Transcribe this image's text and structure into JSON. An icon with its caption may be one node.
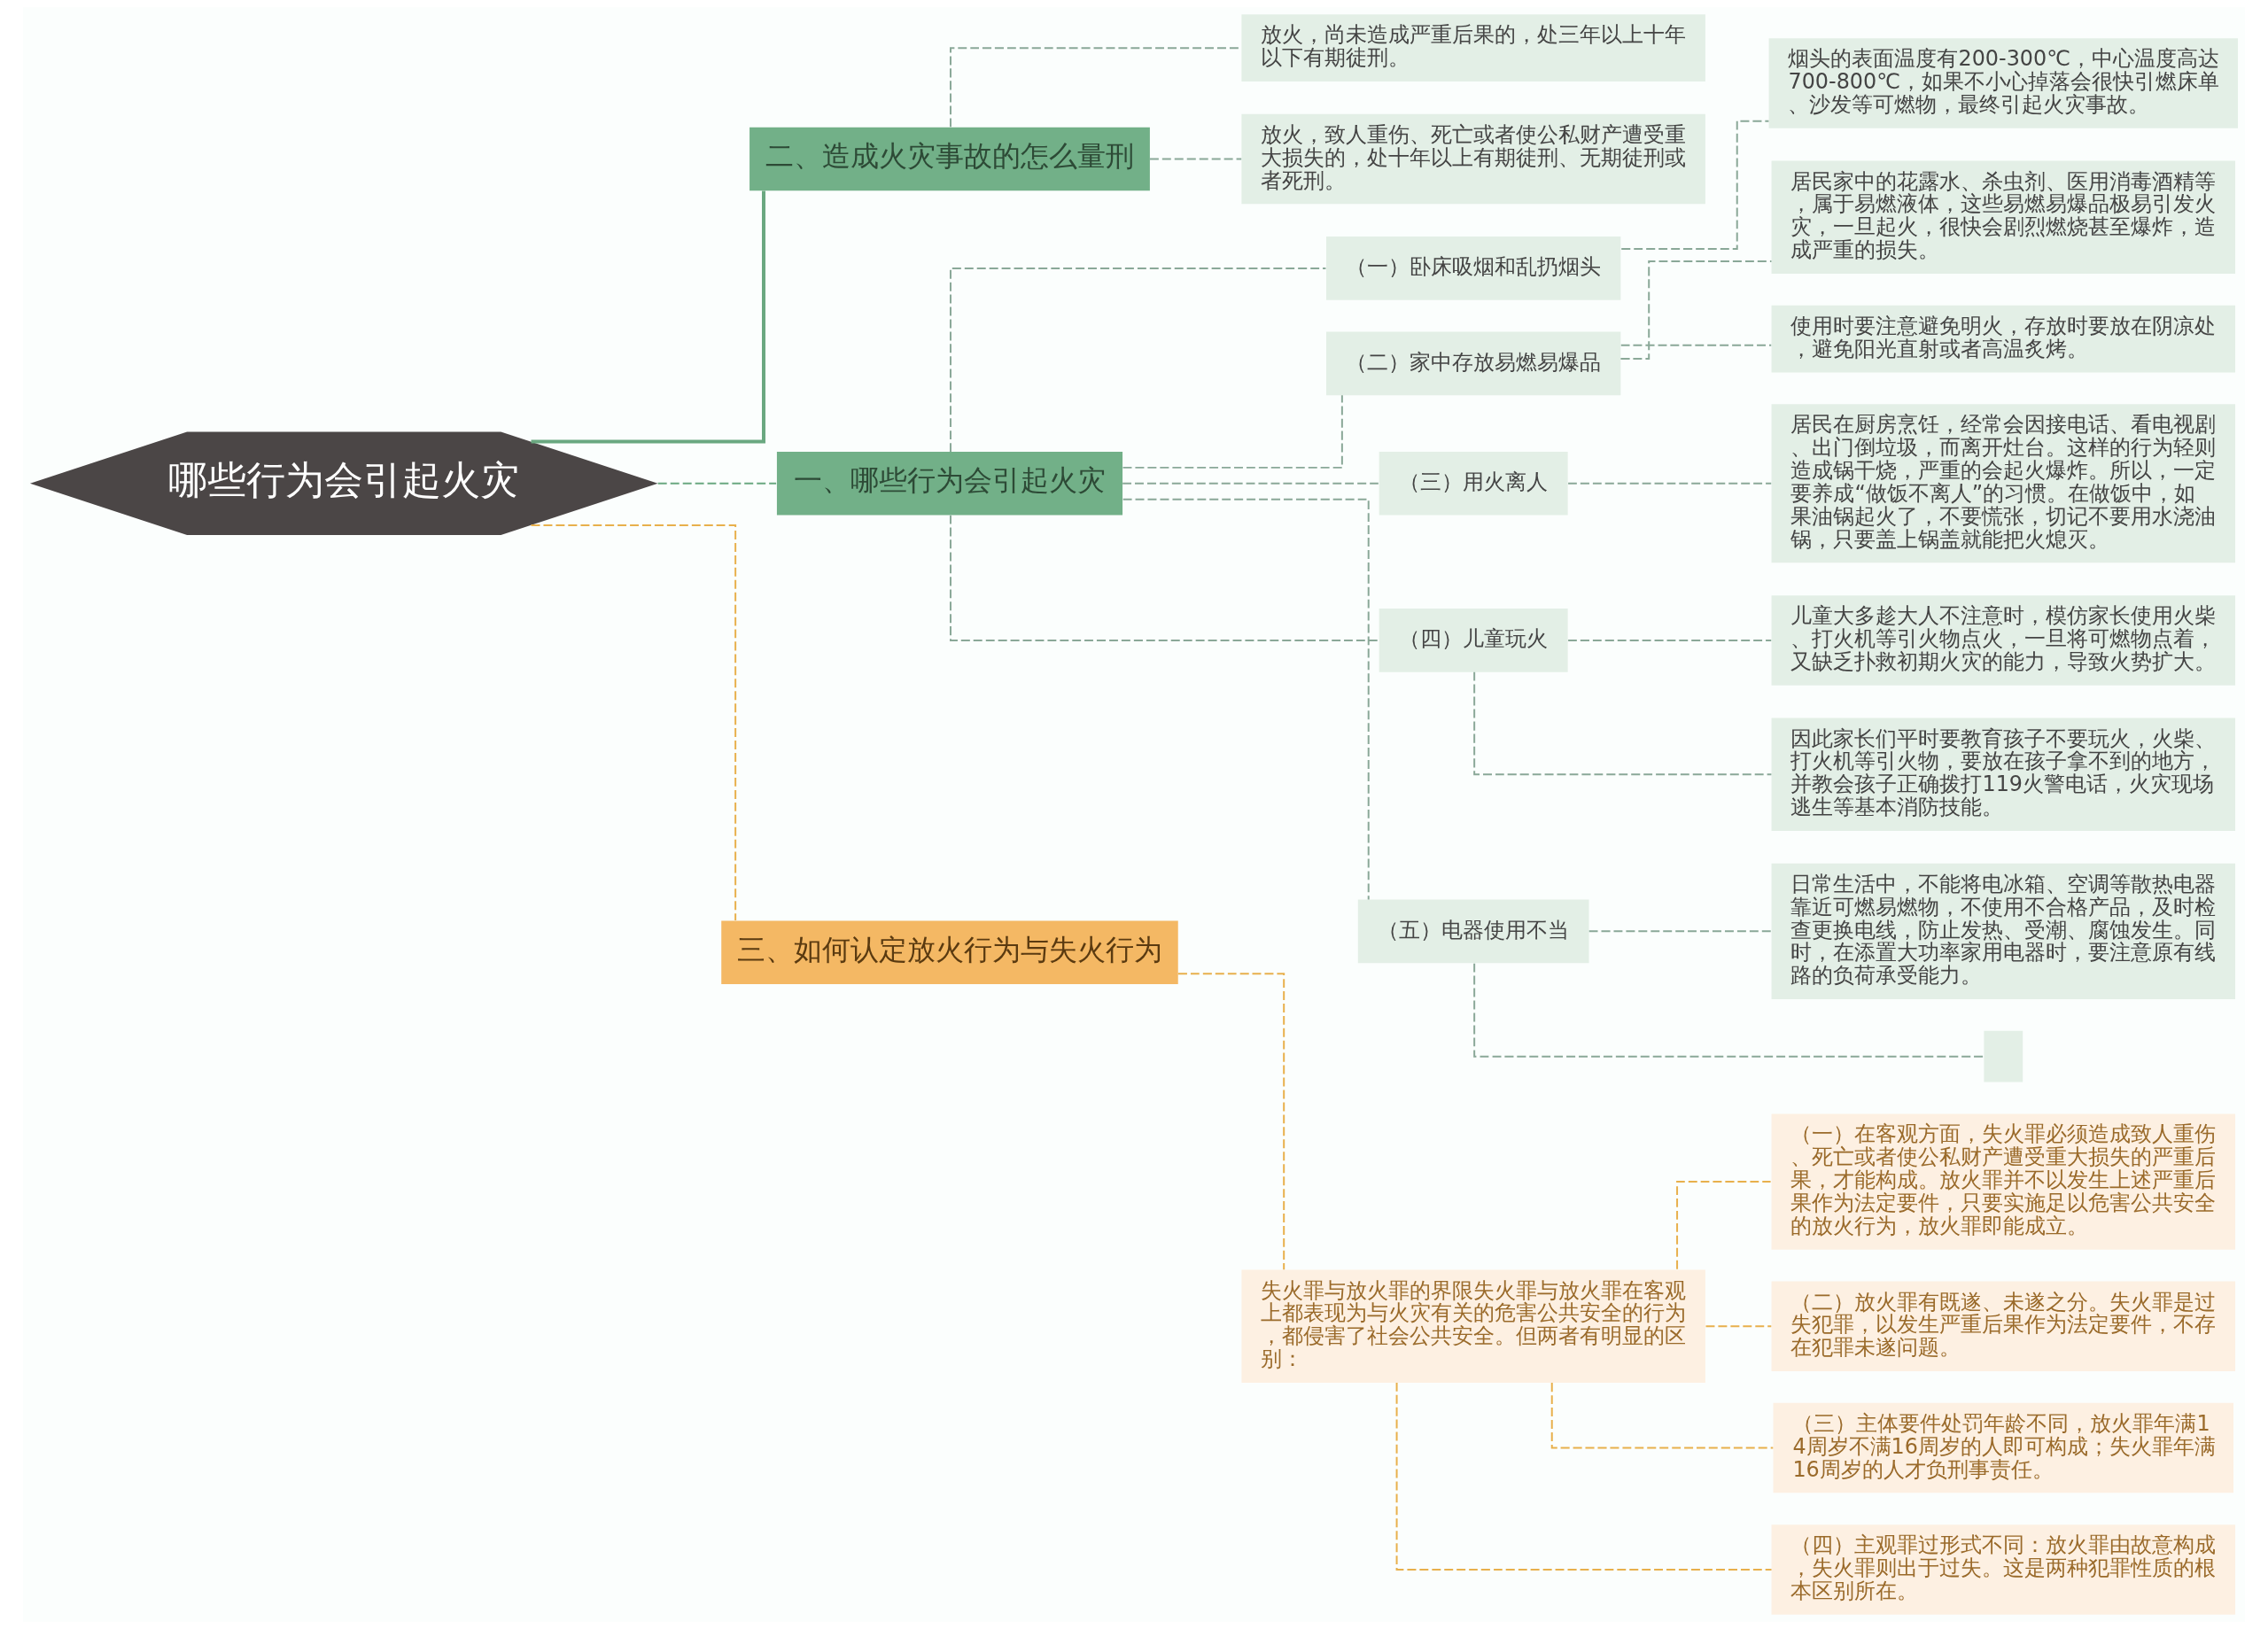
{
  "diagram": {
    "nodes": [
      {
        "text": [
          "哪些行为会引起火灾"
        ]
      },
      {
        "text": [
          "二、造成火灾事故的怎么量刑"
        ]
      },
      {
        "text": [
          "放火，尚未造成严重后果的，处三年以上十年以下有期徒刑。"
        ]
      },
      {
        "text": [
          "放火，致人重伤、死亡或者使公私财产遭受重大损失的，处十年以上有期徒刑、无期徒刑或者死刑。"
        ]
      },
      {
        "text": [
          "一、哪些行为会引起火灾"
        ]
      },
      {
        "text": [
          "（一）卧床吸烟和乱扔烟头"
        ]
      },
      {
        "text": [
          "烟头的表面温度有200-300℃，中心温度高达700-800℃，如果不小心掉落会很快引燃床单、沙发等可燃物，最终引起火灾事故。"
        ]
      },
      {
        "text": [
          "（二）家中存放易燃易爆品"
        ]
      },
      {
        "text": [
          "居民家中的花露水、杀虫剂、医用消毒酒精等，属于易燃液体，这些易燃易爆品极易引发火灾，一旦起火，很快会剧烈燃烧甚至爆炸，造成严重的损失。"
        ]
      },
      {
        "text": [
          "使用时要注意避免明火，存放时要放在阴凉处，避免阳光直射或者高温炙烤。"
        ]
      },
      {
        "text": [
          "（三）用火离人"
        ]
      },
      {
        "text": [
          "居民在厨房烹饪，经常会因接电话、看电视剧、出门倒垃圾，而离开灶台。这样的行为轻则造成锅干烧，严重的会起火爆炸。所以，一定要养成“做饭不离人”的习惯。在做饭中，如果油锅起火了，不要慌张，切记不要用水浇油锅，只要盖上锅盖就能把火熄灭。"
        ]
      },
      {
        "text": [
          "（四）儿童玩火"
        ]
      },
      {
        "text": [
          "儿童大多趁大人不注意时，模仿家长使用火柴、打火机等引火物点火，一旦将可燃物点着，又缺乏扑救初期火灾的能力，导致火势扩大。"
        ]
      },
      {
        "text": [
          "因此家长们平时要教育孩子不要玩火，火柴、打火机等引火物，要放在孩子拿不到的地方，并教会孩子正确拨打119火警电话，火灾现场逃生等基本消防技能。"
        ]
      },
      {
        "text": [
          "（五）电器使用不当"
        ]
      },
      {
        "text": [
          "日常生活中，不能将电冰箱、空调等散热电器靠近可燃易燃物，不使用不合格产品，及时检查更换电线，防止发热、受潮、腐蚀发生。同时，在添置大功率家用电器时，要注意原有线路的负荷承受能力。"
        ]
      },
      {
        "text": [],
        "shape": "box"
      },
      {
        "text": [
          "三、如何认定放火行为与失火行为"
        ]
      },
      {
        "text": [
          "失火罪与放火罪的界限失火罪与放火罪在客观上都表现为与火灾有关的危害公共安全的行为，都侵害了社会公共安全。但两者有明显的区别："
        ]
      },
      {
        "text": [
          "（一）在客观方面，失火罪必须造成致人重伤、死亡或者使公私财产遭受重大损失的严重后果，才能构成。放火罪并不以发生上述严重后果作为法定要件，只要实施足以危害公共安全的放火行为，放火罪即能成立。"
        ]
      },
      {
        "text": [
          "（二）放火罪有既遂、未遂之分。失火罪是过失犯罪，以发生严重后果作为法定要件，不存在犯罪未遂问题。"
        ]
      },
      {
        "text": [
          "（三）主体要件处罚年龄不同，放火罪年满14周岁不满16周岁的人即可构成；失火罪年满16周岁的人才负刑事责任。"
        ]
      },
      {
        "text": [
          "（四）主观罪过形式不同：放火罪由故意构成，失火罪则出于过失。这是两种犯罪性质的根本区别所在。"
        ]
      }
    ],
    "edges": [
      {
        "from": 0,
        "to": 1,
        "arrow": "none",
        "color": "#6aa880"
      },
      {
        "from": 1,
        "to": 2,
        "arrow": "none",
        "style": "dashed"
      },
      {
        "from": 1,
        "to": 3,
        "arrow": "none",
        "style": "dashed"
      },
      {
        "from": 0,
        "to": 4,
        "arrow": "none",
        "style": "dashed",
        "color": "#6aa880"
      },
      {
        "from": 4,
        "to": 5,
        "arrow": "none",
        "style": "dashed"
      },
      {
        "from": 5,
        "to": 6,
        "arrow": "none",
        "style": "dashed"
      },
      {
        "from": 4,
        "to": 7,
        "arrow": "none",
        "style": "dashed"
      },
      {
        "from": 7,
        "to": 8,
        "arrow": "none",
        "style": "dashed"
      },
      {
        "from": 7,
        "to": 9,
        "arrow": "none",
        "style": "dashed"
      },
      {
        "from": 4,
        "to": 10,
        "arrow": "none",
        "style": "dashed"
      },
      {
        "from": 10,
        "to": 11,
        "arrow": "none",
        "style": "dashed"
      },
      {
        "from": 4,
        "to": 12,
        "arrow": "none",
        "style": "dashed"
      },
      {
        "from": 12,
        "to": 13,
        "arrow": "none",
        "style": "dashed"
      },
      {
        "from": 12,
        "to": 14,
        "arrow": "none",
        "style": "dashed"
      },
      {
        "from": 4,
        "to": 15,
        "arrow": "none",
        "style": "dashed"
      },
      {
        "from": 15,
        "to": 16,
        "arrow": "none",
        "style": "dashed"
      },
      {
        "from": 15,
        "to": 17,
        "arrow": "none",
        "style": "dashed"
      },
      {
        "from": 0,
        "to": 18,
        "arrow": "none",
        "style": "dashed",
        "color": "#e8b04c"
      },
      {
        "from": 18,
        "to": 19,
        "arrow": "none",
        "style": "dashed",
        "color": "#e8b04c"
      },
      {
        "from": 19,
        "to": 20,
        "arrow": "none",
        "style": "dashed",
        "color": "#e8b04c"
      },
      {
        "from": 19,
        "to": 21,
        "arrow": "none",
        "style": "dashed",
        "color": "#e8b04c"
      },
      {
        "from": 19,
        "to": 22,
        "arrow": "none",
        "style": "dashed",
        "color": "#e8b04c"
      },
      {
        "from": 19,
        "to": 23,
        "arrow": "none",
        "style": "dashed",
        "color": "#e8b04c"
      }
    ]
  }
}
